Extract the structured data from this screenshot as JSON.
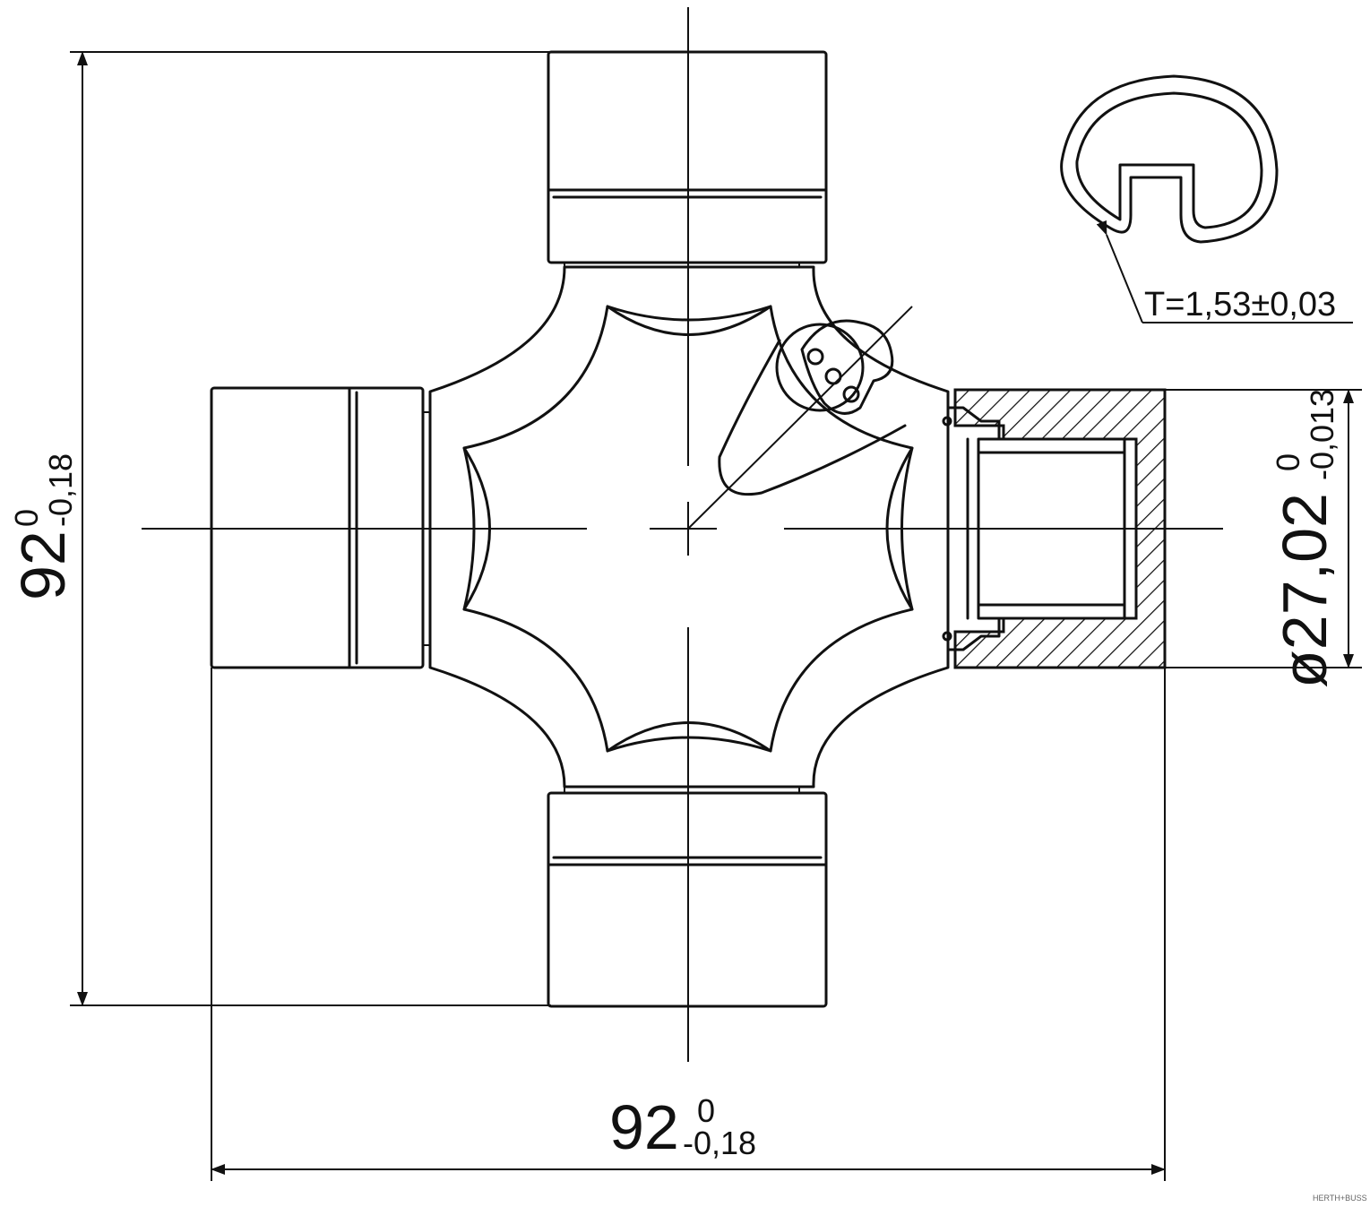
{
  "drawing": {
    "height_dimension": {
      "nominal": "92",
      "upper_tol": "0",
      "lower_tol": "-0,18"
    },
    "width_dimension": {
      "nominal": "92",
      "upper_tol": "0",
      "lower_tol": "-0,18"
    },
    "bearing_diameter": {
      "nominal": "ø27,02",
      "upper_tol": "0",
      "lower_tol": "-0,013"
    },
    "circlip_thickness": "T=1,53±0,03",
    "brand": "HERTH+BUSS"
  }
}
